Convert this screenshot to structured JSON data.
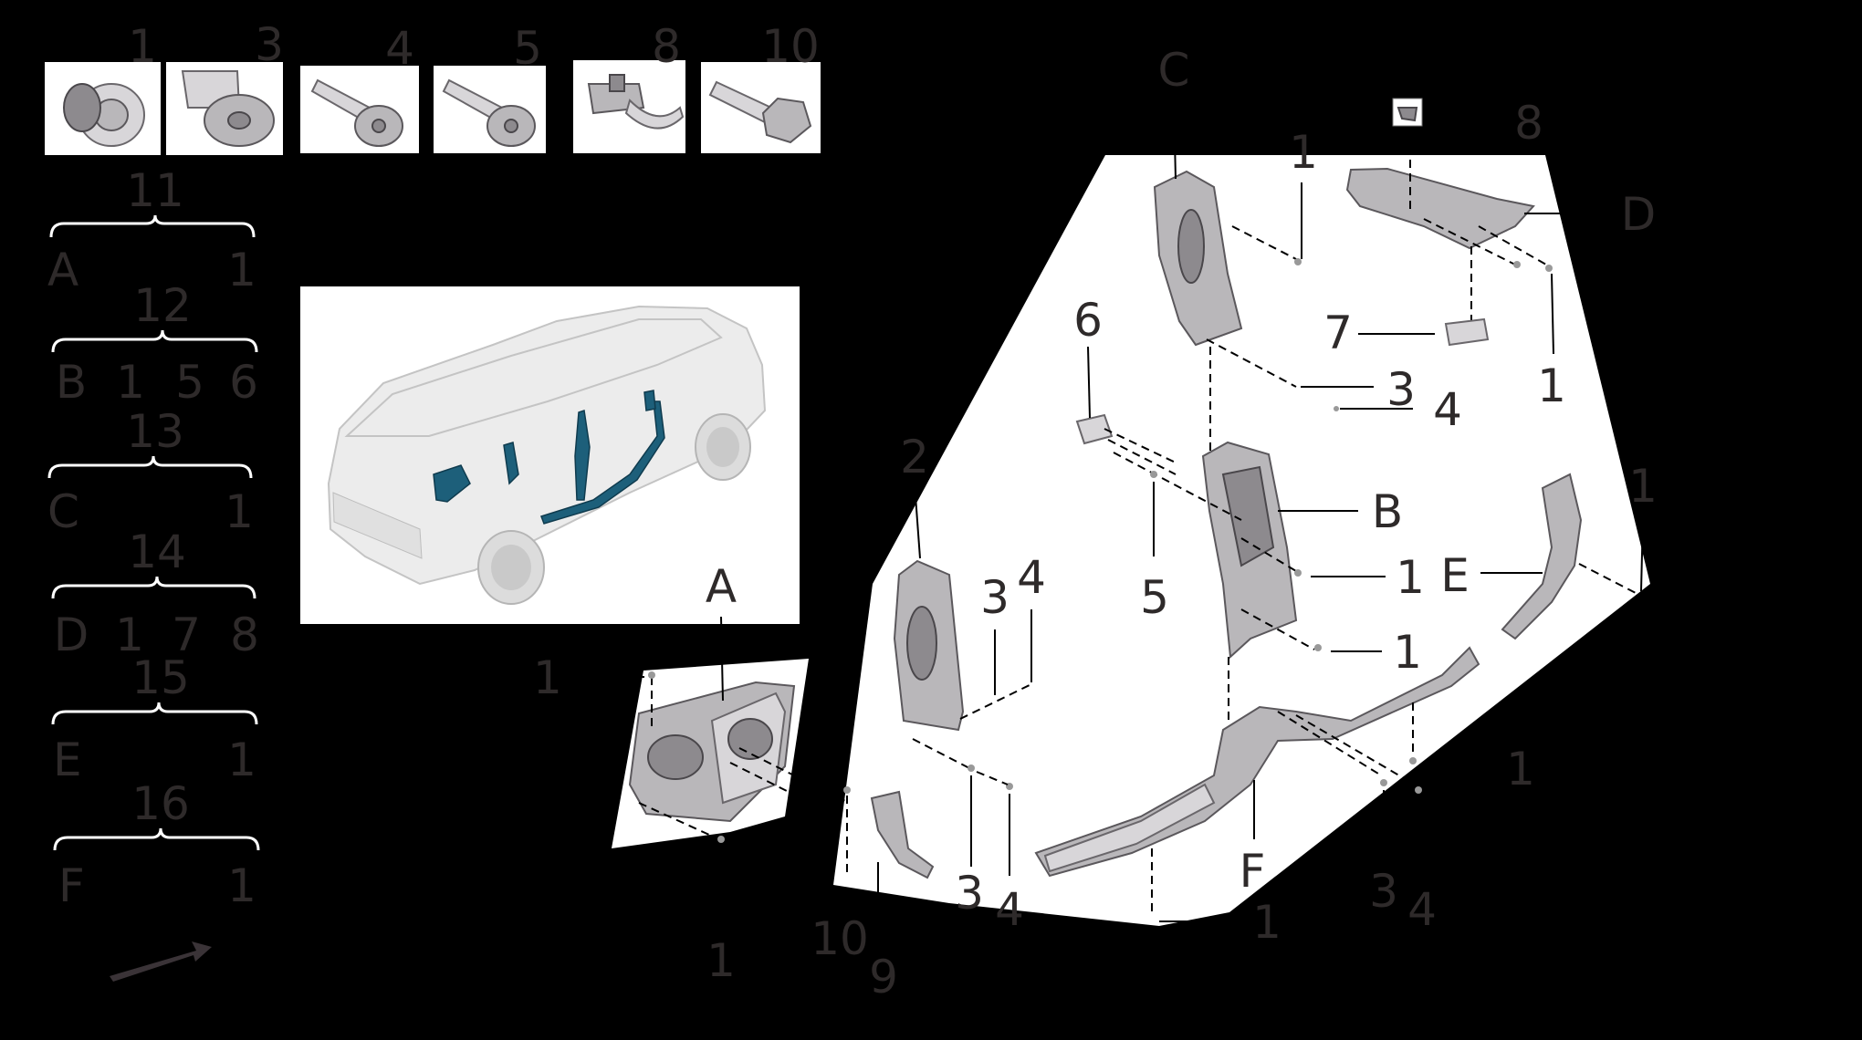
{
  "callouts": {
    "top_thumbs": [
      "1",
      "3",
      "4",
      "5",
      "8",
      "10"
    ],
    "groups": [
      {
        "number": "11",
        "letter": "A",
        "parts": [
          "1"
        ]
      },
      {
        "number": "12",
        "letter": "B",
        "parts": [
          "1",
          "5",
          "6"
        ]
      },
      {
        "number": "13",
        "letter": "C",
        "parts": [
          "1"
        ]
      },
      {
        "number": "14",
        "letter": "D",
        "parts": [
          "1",
          "7",
          "8"
        ]
      },
      {
        "number": "15",
        "letter": "E",
        "parts": [
          "1"
        ]
      },
      {
        "number": "16",
        "letter": "F",
        "parts": [
          "1"
        ]
      }
    ],
    "panel_A": {
      "letter": "A",
      "n1": "1",
      "n1b": "1",
      "n10": "10",
      "n9": "9"
    },
    "panel_2": {
      "n2": "2",
      "n3a": "3",
      "n4a": "4",
      "n3b": "3",
      "n4b": "4"
    },
    "panel_C": {
      "letter": "C",
      "n1": "1",
      "n3": "3",
      "n4": "4"
    },
    "panel_D": {
      "letter": "D",
      "n8": "8",
      "n7": "7",
      "n1": "1"
    },
    "panel_B": {
      "letter": "B",
      "n6": "6",
      "n5": "5",
      "n1a": "1",
      "n1b": "1"
    },
    "panel_E": {
      "letter": "E",
      "n1": "1"
    },
    "panel_F": {
      "letter": "F",
      "n1a": "1",
      "n1b": "1",
      "n3": "3",
      "n4": "4"
    }
  },
  "icons": [
    "push-clip-icon",
    "expanding-rivet-icon",
    "screw-4-icon",
    "screw-5-icon",
    "wire-clip-icon",
    "hex-screw-icon",
    "vehicle-overview-icon",
    "direction-arrow-icon"
  ],
  "colors": {
    "background": "#000000",
    "panel": "#ffffff",
    "label": "#2e2a2a",
    "highlight": "#1d5f7a"
  }
}
